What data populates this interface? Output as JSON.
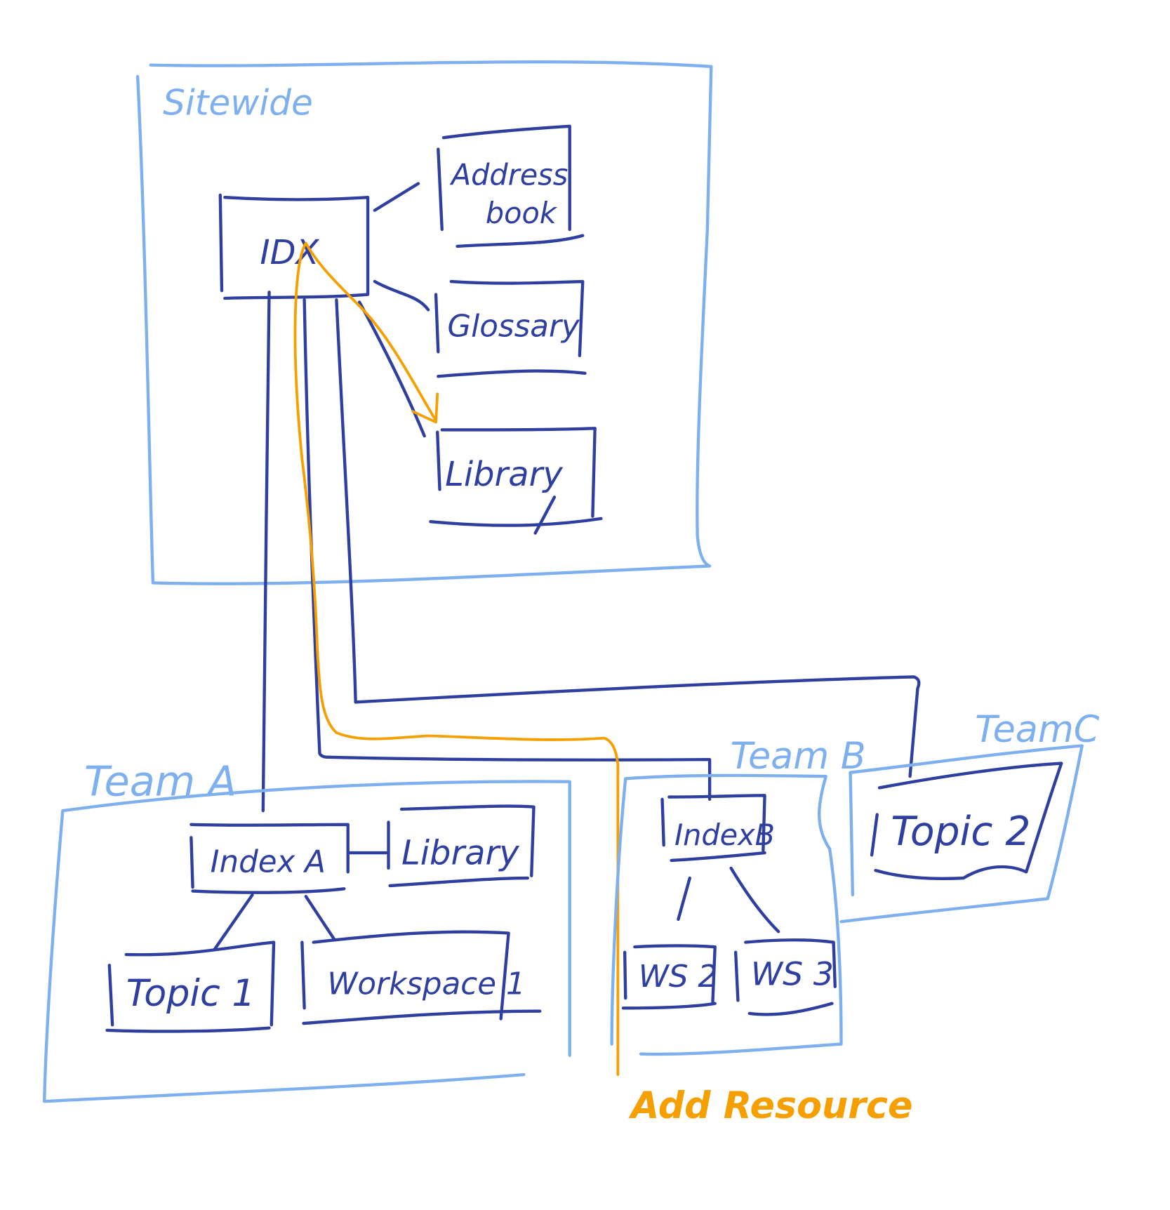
{
  "colors": {
    "container": "#7eb0f0",
    "node": "#2e3fa0",
    "highlight": "#f5a000"
  },
  "containers": {
    "sitewide": "Sitewide",
    "team_a": "Team A",
    "team_b": "Team B",
    "team_c": "TeamC"
  },
  "nodes": {
    "idx": "IDX",
    "address_book_line1": "Address",
    "address_book_line2": "book",
    "glossary": "Glossary",
    "library_sitewide": "Library",
    "index_a": "Index A",
    "library_team_a": "Library",
    "topic_1": "Topic 1",
    "workspace_1": "Workspace 1",
    "index_b": "IndexB",
    "ws2": "WS 2",
    "ws3": "WS 3",
    "topic_2": "Topic 2"
  },
  "annotation": "Add Resource"
}
